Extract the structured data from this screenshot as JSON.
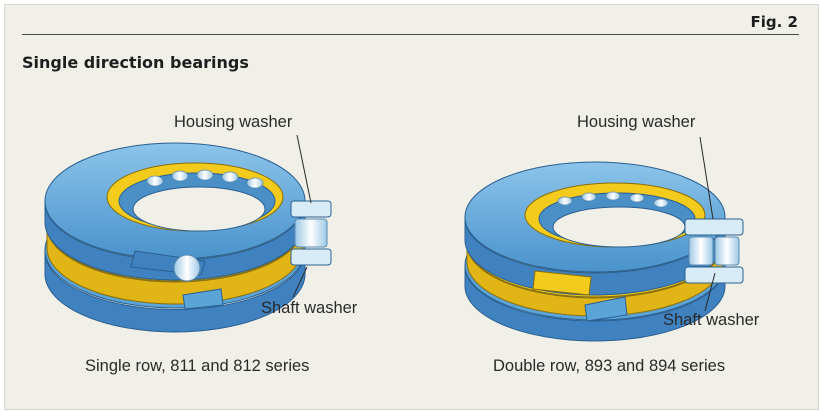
{
  "figure": {
    "label": "Fig. 2",
    "heading": "Single direction bearings"
  },
  "bearing_single": {
    "housing_label": "Housing washer",
    "shaft_label": "Shaft washer",
    "caption": "Single row, 811 and 812 series"
  },
  "bearing_double": {
    "housing_label": "Housing washer",
    "shaft_label": "Shaft washer",
    "caption": "Double row, 893 and 894 series"
  },
  "colors": {
    "background": "#f1f0e8",
    "washer_blue": "#5aa4d8",
    "washer_blue_dark": "#3f82bf",
    "cage_yellow": "#f2cb1d",
    "roller_light": "#d8ecf8"
  }
}
